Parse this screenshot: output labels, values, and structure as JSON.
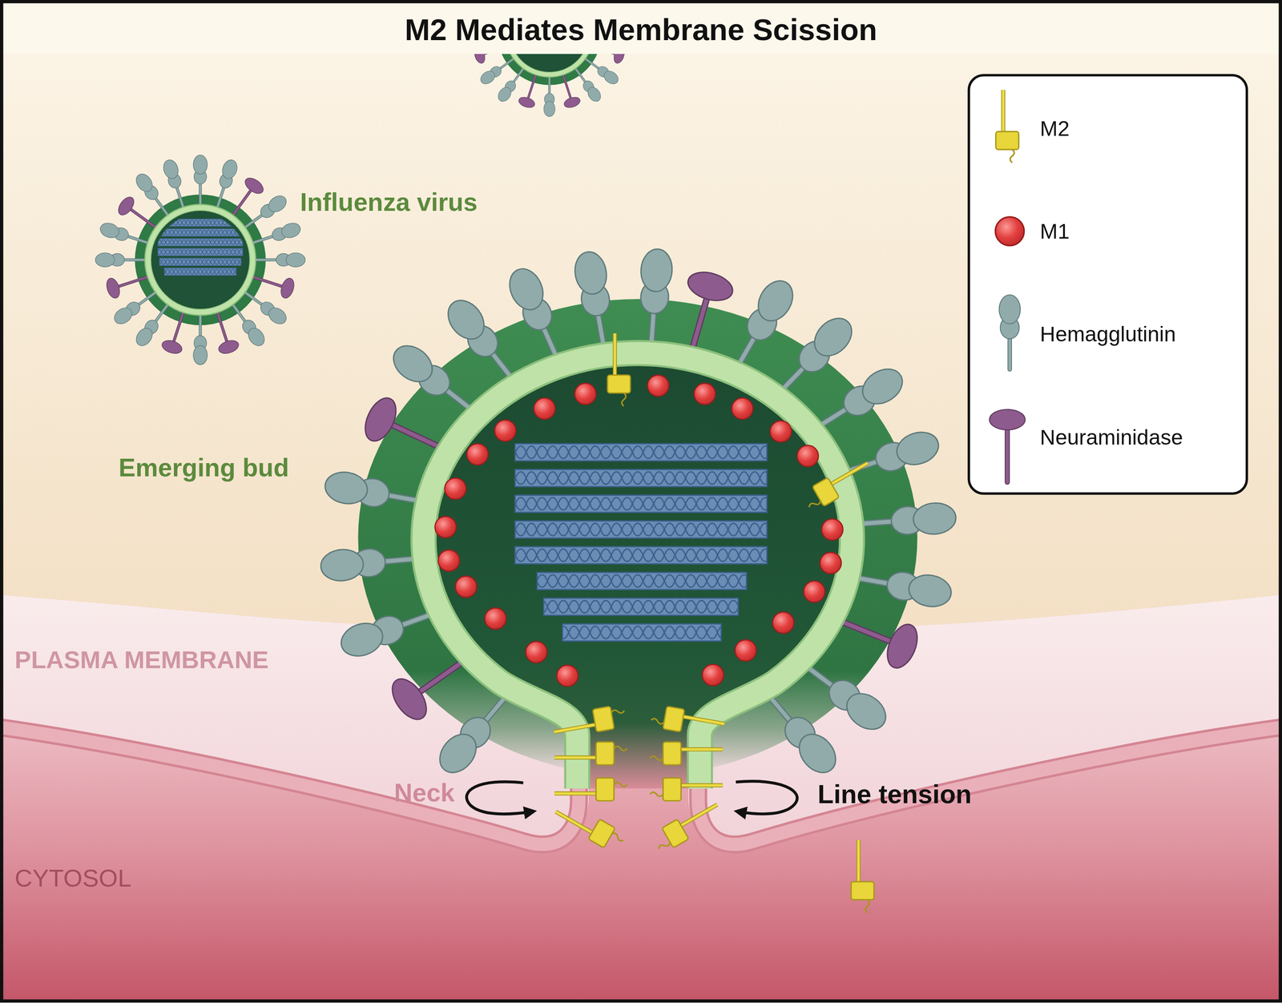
{
  "diagram": {
    "title": "M2 Mediates Membrane Scission",
    "labels": [
      "Influenza virus",
      "Emerging bud",
      "PLASMA MEMBRANE",
      "Neck",
      "Line tension",
      "CYTOSOL"
    ],
    "legend": [
      {
        "text": "M2"
      },
      {
        "text": "M1"
      },
      {
        "text": "Hemagglutinin"
      },
      {
        "text": "Neuraminidase"
      }
    ]
  }
}
